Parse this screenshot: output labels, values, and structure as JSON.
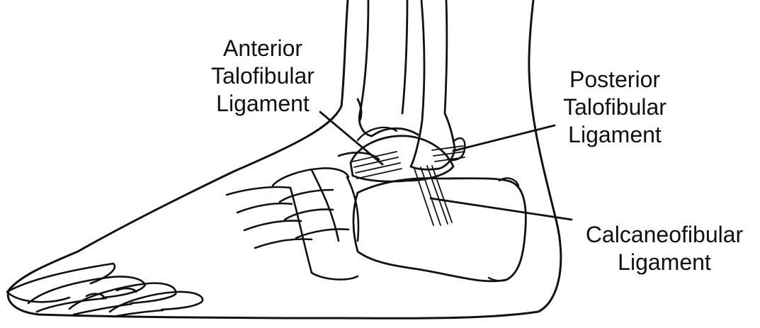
{
  "labels": {
    "anterior_talofibular": [
      "Anterior",
      "Talofibular",
      "Ligament"
    ],
    "posterior_talofibular": [
      "Posterior",
      "Talofibular",
      "Ligament"
    ],
    "calcaneofibular": [
      "Calcaneofibular",
      "Ligament"
    ]
  },
  "colors": {
    "ink": "#111111",
    "background": "#ffffff"
  }
}
